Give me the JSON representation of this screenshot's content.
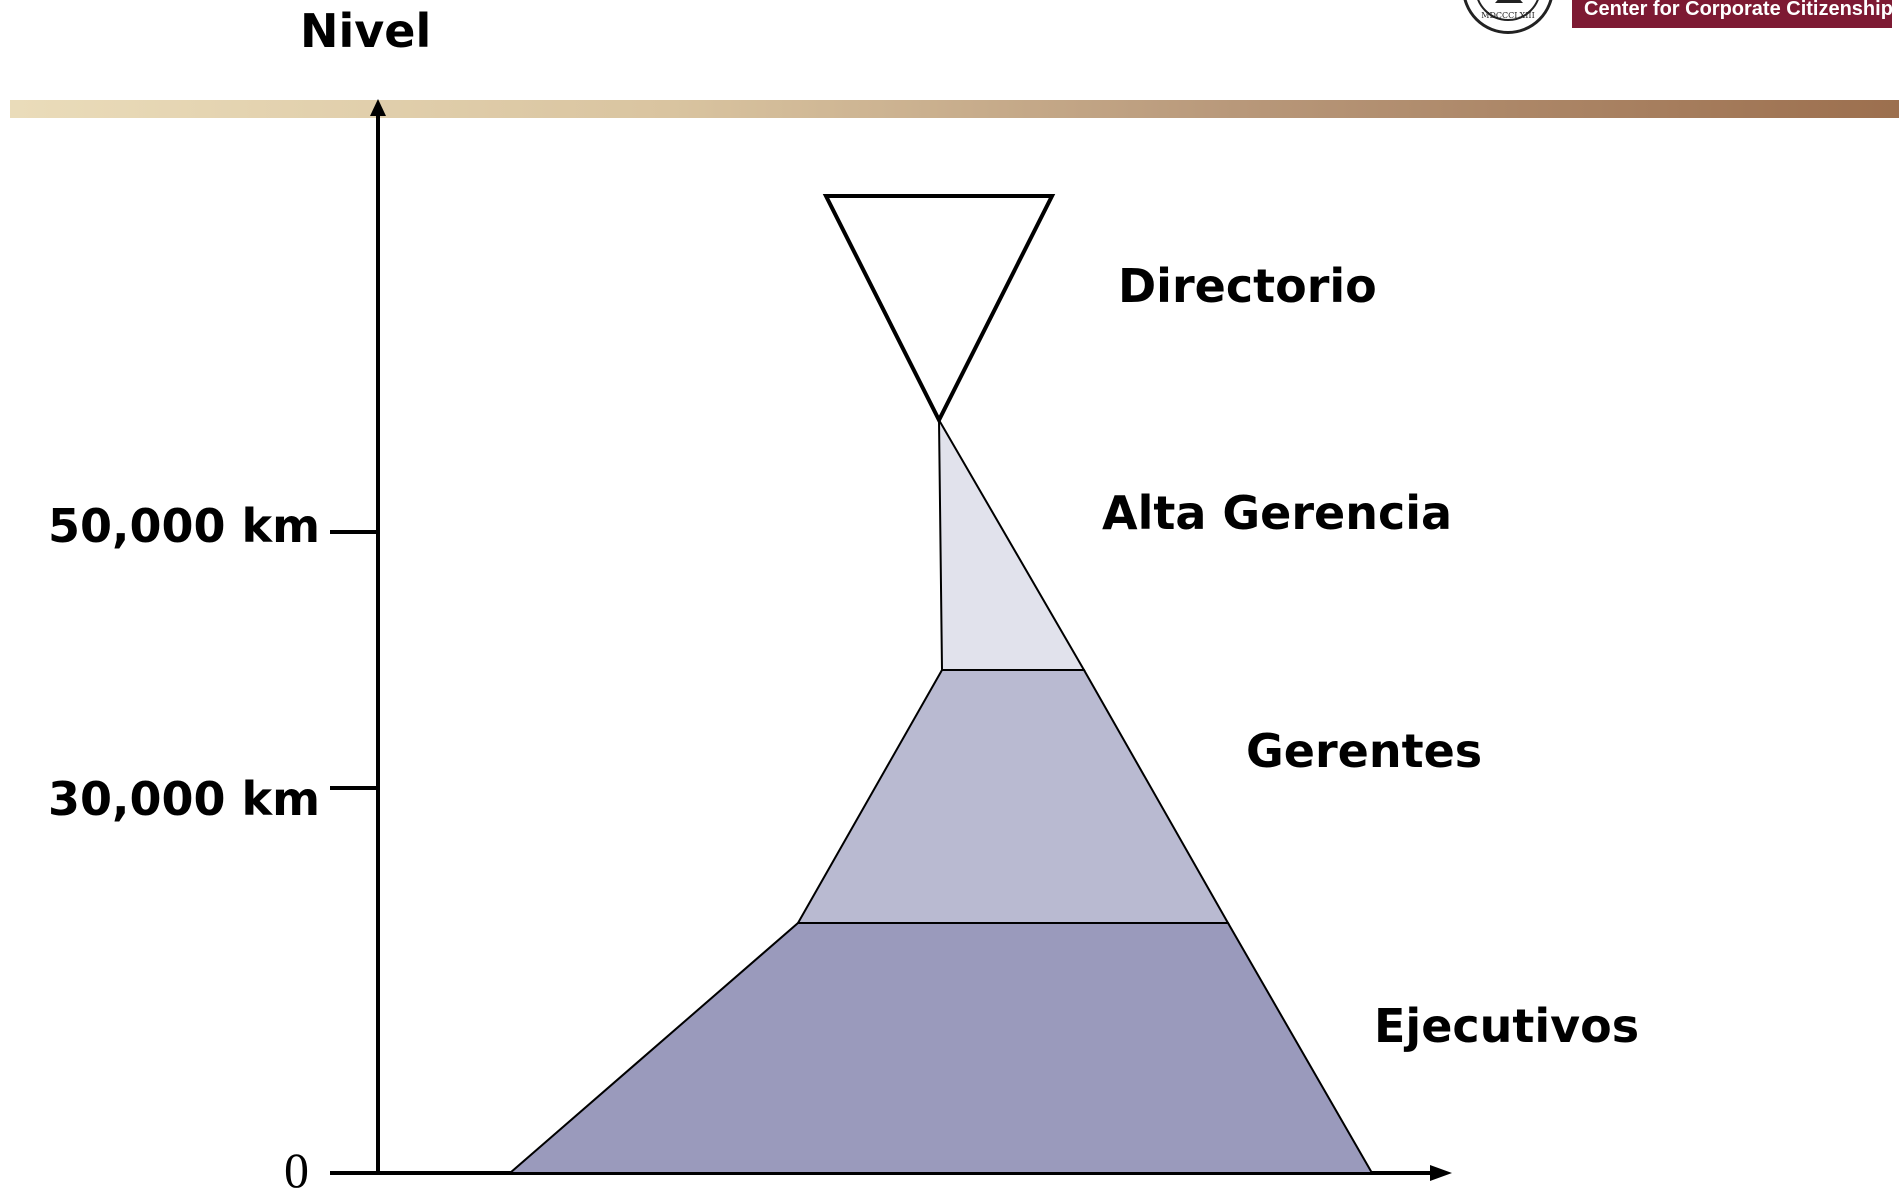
{
  "slide": {
    "title": "Nivel"
  },
  "logo": {
    "banner_text": "Center for Corporate Citizenship",
    "seal_text": "MDCCCLXIII"
  },
  "axis": {
    "ticks": [
      {
        "label": "50,000 km"
      },
      {
        "label": "30,000 km"
      },
      {
        "label": "0"
      }
    ]
  },
  "tiers": [
    {
      "label": "Directorio",
      "fill": "#ffffff"
    },
    {
      "label": "Alta Gerencia",
      "fill": "#e1e2ec"
    },
    {
      "label": "Gerentes",
      "fill": "#b9bad1"
    },
    {
      "label": "Ejecutivos",
      "fill": "#9a9abc"
    }
  ],
  "colors": {
    "header_gradient_start": "#eadcba",
    "header_gradient_end": "#9c6f4e",
    "banner": "#7d1a33",
    "stroke": "#000000"
  }
}
